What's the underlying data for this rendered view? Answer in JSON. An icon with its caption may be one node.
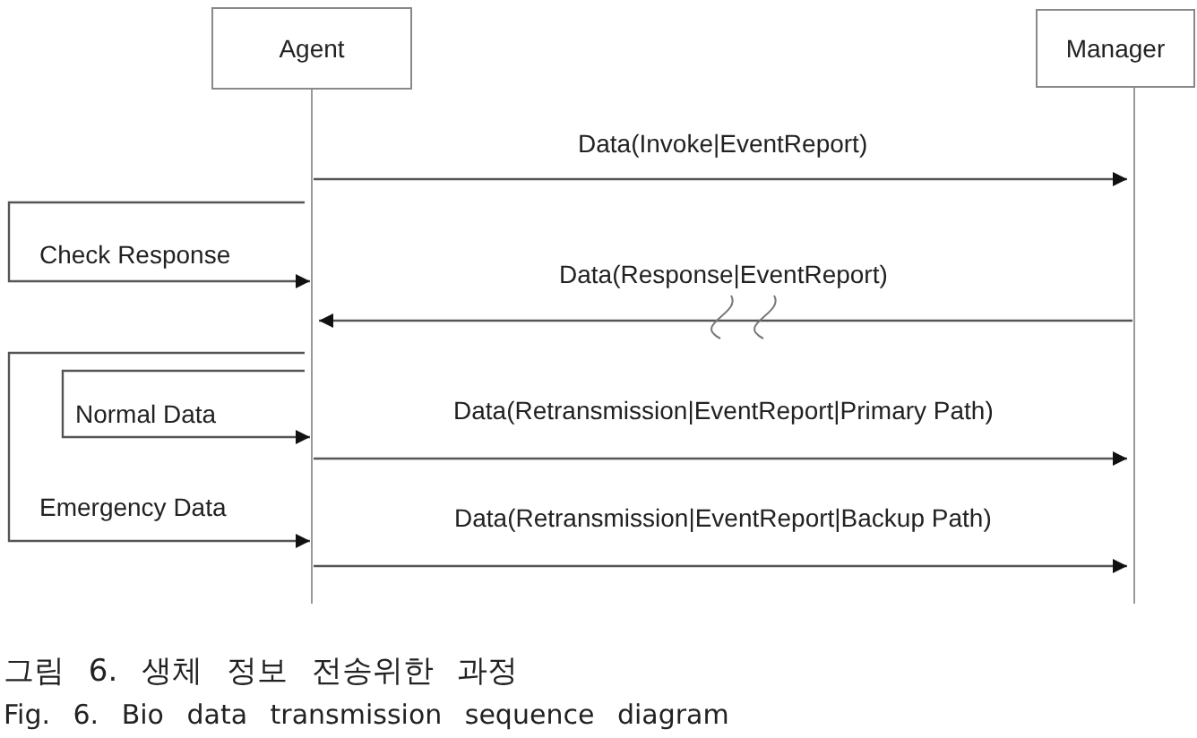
{
  "diagram": {
    "caption": "그림 6. 생체 정보 전송위한 과정",
    "nodes": [
      {
        "text": [
          "Agent"
        ]
      },
      {
        "text": [
          "Manager"
        ]
      }
    ],
    "edges": [
      {
        "from": 0,
        "to": 1,
        "arrow": "to",
        "label": "Data(Invoke|EventReport)"
      },
      {
        "from": 0,
        "to": 0,
        "arrow": "to",
        "label": "Check Response"
      },
      {
        "from": 1,
        "to": 0,
        "arrow": "to",
        "label": "Data(Response|EventReport)"
      },
      {
        "from": 0,
        "to": 0,
        "arrow": "to",
        "label": "Normal Data"
      },
      {
        "from": 0,
        "to": 1,
        "arrow": "to",
        "label": "Data(Retransmission|EventReport|Primary Path)"
      },
      {
        "from": 0,
        "to": 0,
        "arrow": "to",
        "label": "Emergency Data"
      },
      {
        "from": 0,
        "to": 1,
        "arrow": "to",
        "label": "Data(Retransmission|EventReport|Backup Path)"
      }
    ],
    "labels": [
      "Fig. 6. Bio data transmission sequence diagram"
    ]
  }
}
